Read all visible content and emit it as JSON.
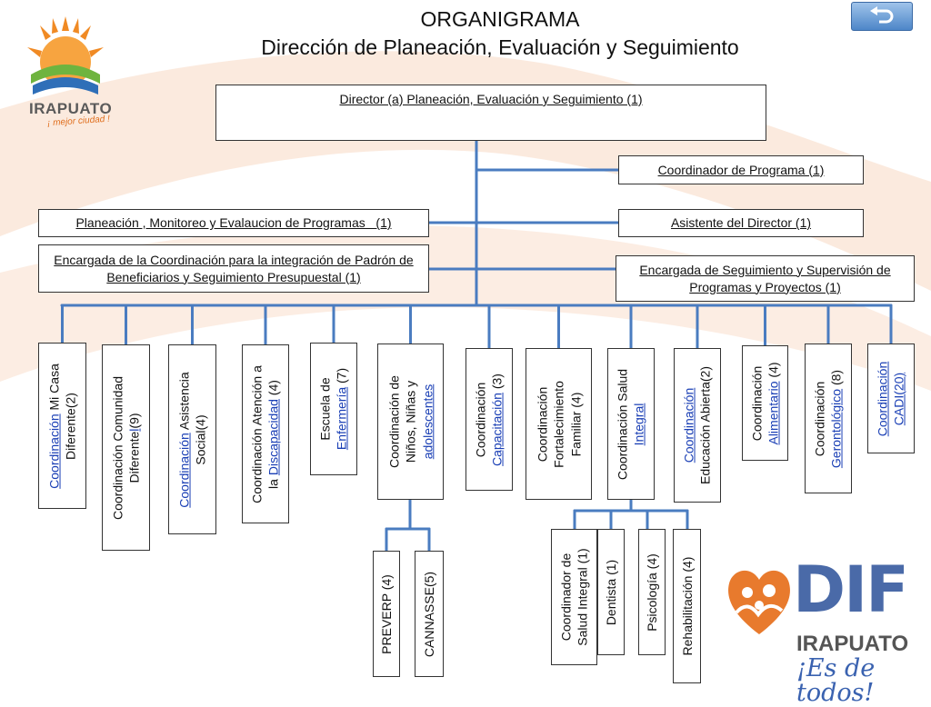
{
  "header": {
    "title_line1": "ORGANIGRAMA",
    "title_line2": "Dirección de Planeación, Evaluación y Seguimiento",
    "back_button_icon": "return-arrow-icon"
  },
  "logos": {
    "irapuato": {
      "wordmark": "IRAPUATO",
      "slogan": "¡ mejor ciudad !"
    },
    "dif": {
      "wordmark": "DIF",
      "city": "IRAPUATO",
      "slogan": "¡Es de todos!"
    }
  },
  "director": "Director (a) Planeación, Evaluación y Seguimiento (1)",
  "staff": {
    "coordinador_programa": "Coordinador de Programa (1)",
    "planeacion": "Planeación , Monitoreo y Evalaucion de Programas   (1)",
    "asistente": "Asistente del Director  (1)",
    "encargada_padron": "Encargada de la Coordinación para la integración de Padrón de Beneficiarios y Seguimiento Presupuestal  (1)",
    "encargada_seguimiento": "Encargada de Seguimiento y Supervisión de Programas  y Proyectos  (1)"
  },
  "units": [
    {
      "lines": [
        [
          {
            "t": "Coordinación",
            "link": true
          },
          {
            "t": " Mi Casa"
          }
        ],
        [
          {
            "t": "Diferente(2)"
          }
        ]
      ]
    },
    {
      "lines": [
        [
          {
            "t": "Coordinación Comunidad"
          }
        ],
        [
          {
            "t": "Diferente"
          },
          {
            "t": "l",
            "link": true
          },
          {
            "t": "(9)"
          }
        ]
      ]
    },
    {
      "lines": [
        [
          {
            "t": "Coordinación",
            "link": true
          },
          {
            "t": " Asistencia"
          }
        ],
        [
          {
            "t": "Social(4)"
          }
        ]
      ]
    },
    {
      "lines": [
        [
          {
            "t": "Coordinación Atención a"
          }
        ],
        [
          {
            "t": "la "
          },
          {
            "t": "Discapacidad",
            "link": true
          },
          {
            "t": " (4)"
          }
        ]
      ]
    },
    {
      "lines": [
        [
          {
            "t": "Escuela de"
          }
        ],
        [
          {
            "t": "Enfermería",
            "link": true
          },
          {
            "t": " (7)"
          }
        ]
      ]
    },
    {
      "lines": [
        [
          {
            "t": "Coordinación de"
          }
        ],
        [
          {
            "t": "Niños, Niñas y"
          }
        ],
        [
          {
            "t": "adolescentes",
            "link": true
          }
        ]
      ]
    },
    {
      "lines": [
        [
          {
            "t": "Coordinación"
          }
        ],
        [
          {
            "t": "Capacitación",
            "link": true
          },
          {
            "t": " (3)"
          }
        ]
      ]
    },
    {
      "lines": [
        [
          {
            "t": "Coordinación"
          }
        ],
        [
          {
            "t": "Fortalecimiento"
          }
        ],
        [
          {
            "t": "Familiar (4)"
          }
        ]
      ]
    },
    {
      "lines": [
        [
          {
            "t": "Coordinación Salud"
          }
        ],
        [
          {
            "t": "Integral",
            "link": true
          }
        ]
      ]
    },
    {
      "lines": [
        [
          {
            "t": "Coordinación",
            "link": true
          }
        ],
        [
          {
            "t": "Educación Abierta(2)"
          }
        ]
      ]
    },
    {
      "lines": [
        [
          {
            "t": "Coordinación"
          }
        ],
        [
          {
            "t": "Alimentario",
            "link": true
          },
          {
            "t": " (4)"
          }
        ]
      ]
    },
    {
      "lines": [
        [
          {
            "t": "Coordinación"
          }
        ],
        [
          {
            "t": "Gerontológico",
            "link": true
          },
          {
            "t": " (8)"
          }
        ]
      ]
    },
    {
      "lines": [
        [
          {
            "t": "Coordinación",
            "link": true
          }
        ],
        [
          {
            "t": "CADI(",
            "link": true
          },
          {
            "t": "20",
            "link": true
          },
          {
            "t": ")",
            "link": true
          }
        ]
      ]
    }
  ],
  "sub_units": [
    {
      "lines": [
        [
          {
            "t": "PREVERP (4)"
          }
        ]
      ]
    },
    {
      "lines": [
        [
          {
            "t": "CANNASSE(5)"
          }
        ]
      ]
    },
    {
      "lines": [
        [
          {
            "t": "Coordinador de"
          }
        ],
        [
          {
            "t": "Salud Integral (1)"
          }
        ]
      ]
    },
    {
      "lines": [
        [
          {
            "t": "Dentista (1)"
          }
        ]
      ]
    },
    {
      "lines": [
        [
          {
            "t": "Psicología (4)"
          }
        ]
      ]
    },
    {
      "lines": [
        [
          {
            "t": "Rehabilitación (4)"
          }
        ]
      ]
    }
  ],
  "colors": {
    "connector": "#4a7cc0",
    "orange_swoosh": "#f4c6a2",
    "link": "#1a3fb5",
    "dif_blue": "#4a6aa8",
    "dif_orange": "#e87a2d"
  }
}
